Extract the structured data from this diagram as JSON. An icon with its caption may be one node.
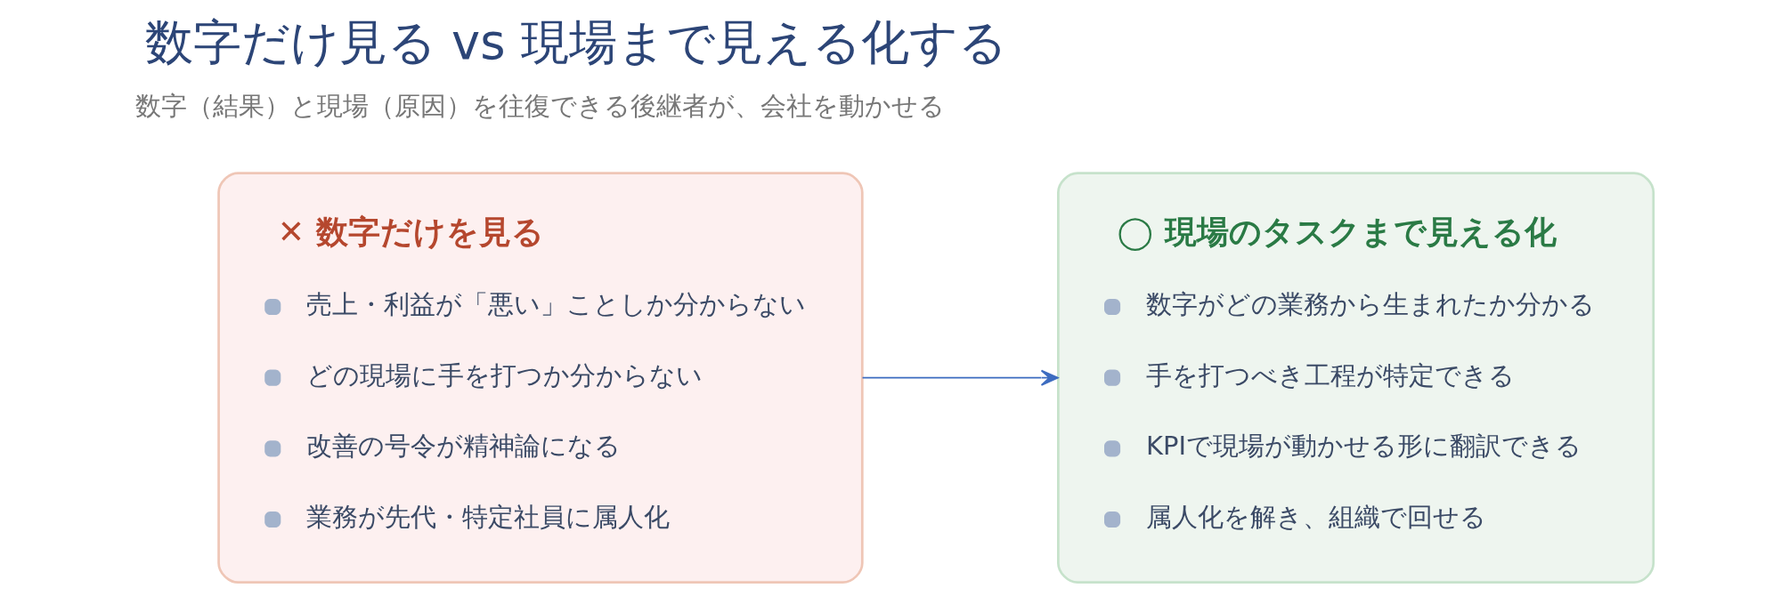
{
  "diagram": {
    "title": "数字だけ見る vs 現場まで見える化する",
    "nodes": [
      {
        "text": [
          "✕ 数字だけを見る",
          "売上・利益が「悪い」ことしか分からない",
          "どの現場に手を打つか分からない",
          "改善の号令が精神論になる",
          "業務が先代・特定社員に属人化"
        ]
      },
      {
        "text": [
          "◯ 現場のタスクまで見える化",
          "数字がどの業務から生まれたか分かる",
          "手を打つべき工程が特定できる",
          "KPIで現場が動かせる形に翻訳できる",
          "属人化を解き、組織で回せる"
        ]
      }
    ],
    "edges": [
      {
        "from": 0,
        "to": 1,
        "arrow": "to"
      }
    ],
    "labels": [
      "数字（結果）と現場（原因）を往復できる後継者が、会社を動かせる"
    ]
  }
}
